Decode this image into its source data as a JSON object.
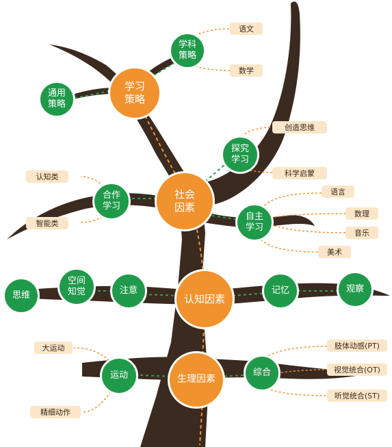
{
  "nodes": {
    "xuexi_celue": "学习\n策略",
    "xueke_celue": "学科\n策略",
    "tongyong_celue": "通用\n策略",
    "tanjiu_xuexi": "探究\n学习",
    "shehui_yinsu": "社会\n因素",
    "hezuo_xuexi": "合作\n学习",
    "zizhu_xuexi": "自主\n学习",
    "renzhi_yinsu": "认知因素",
    "kongjian_zhijue": "空间\n知觉",
    "siwei": "思维",
    "zhuyi": "注意",
    "jiyi": "记忆",
    "guancha": "观察",
    "shengli_yinsu": "生理因素",
    "yundong": "运动",
    "zonghe": "综合"
  },
  "labels": {
    "yuwen": "语文",
    "shuxue": "数学",
    "chuangzao_siwei": "创造思维",
    "kexue_qimeng": "科学启蒙",
    "renzhi_lei": "认知类",
    "zhineng_lei": "智能类",
    "yuyan": "语言",
    "shuli": "数理",
    "yinyue": "音乐",
    "meishu": "美术",
    "da_yundong": "大运动",
    "jingxi_dongzuo": "精细动作",
    "zhiti_donggan": "肢体动感(PT)",
    "shijue_tonghe": "视觉统合(OT)",
    "tingjue_tonghe": "听觉统合(ST)"
  },
  "colors": {
    "trunk": "#3b2a20",
    "orange_node": "#f0922e",
    "green_node": "#1f9a4a",
    "label_bg": "#fbe6c9",
    "connector": "#f0922e",
    "green_dash": "#2aa14f"
  }
}
